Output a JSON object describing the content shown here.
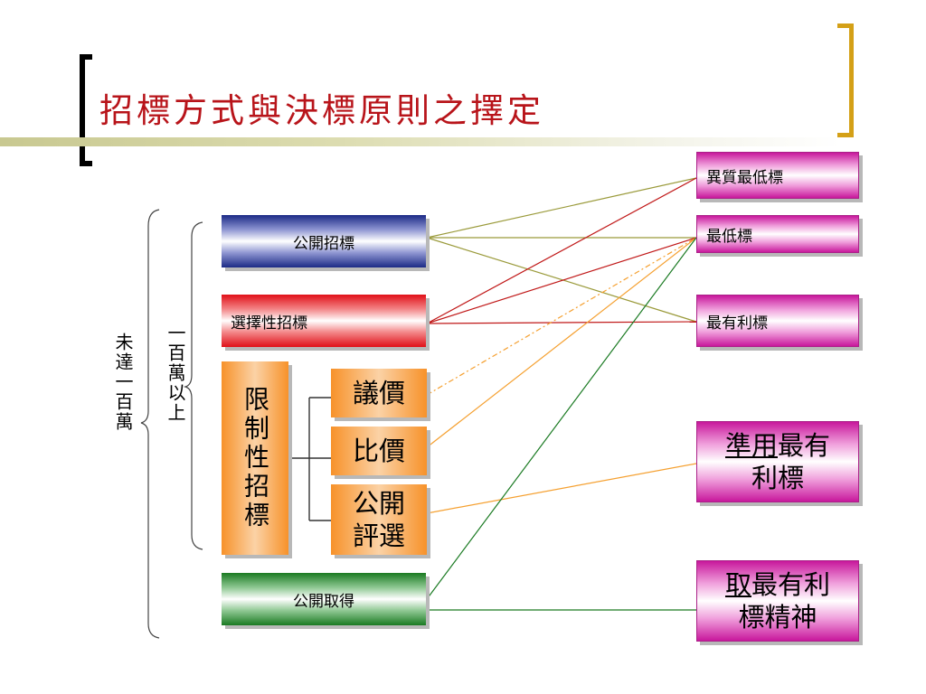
{
  "title": "招標方式與決標原則之擇定",
  "side_labels": {
    "outer": "未達一百萬",
    "inner": "一百萬以上"
  },
  "procurement_methods": {
    "open": "公開招標",
    "selective": "選擇性招標",
    "limited": "限制性招標",
    "limited_sub": {
      "negotiation": "議價",
      "price_comparison": "比價",
      "open_selection_line1": "公開",
      "open_selection_line2": "評選"
    },
    "open_acquisition": "公開取得"
  },
  "award_principles": {
    "heterogeneous_lowest": "異質最低標",
    "lowest": "最低標",
    "most_advantageous": "最有利標",
    "quasi_underlined": "準用",
    "quasi_rest_line1": "最有",
    "quasi_line2": "利標",
    "spirit_underlined": "取",
    "spirit_rest_line1": "最有利",
    "spirit_line2": "標精神"
  },
  "colors": {
    "title": "#b8141a",
    "line_olive": "#9a9a3a",
    "line_red": "#c01818",
    "line_orange": "#f5a030",
    "line_green": "#1a7a22"
  }
}
